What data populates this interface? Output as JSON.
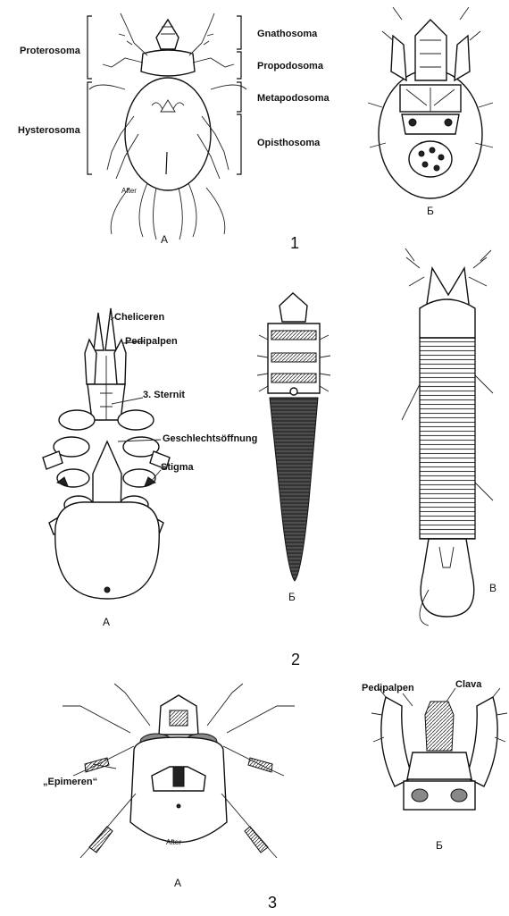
{
  "figure1": {
    "number": "1",
    "panel_a": {
      "letter": "А",
      "labels_left": [
        "Proterosoma",
        "Hysterosoma"
      ],
      "labels_right": [
        "Gnathosoma",
        "Propodosoma",
        "Metapodosoma",
        "Opisthosoma"
      ],
      "label_after": "After"
    },
    "panel_b": {
      "letter": "Б"
    }
  },
  "figure2": {
    "number": "2",
    "panel_a": {
      "letter": "А",
      "labels": [
        "Cheliceren",
        "Pedipalpen",
        "3. Sternit",
        "Geschlechtsöffnung",
        "Stigma"
      ]
    },
    "panel_b": {
      "letter": "Б"
    },
    "panel_c": {
      "letter": "В"
    }
  },
  "figure3": {
    "number": "3",
    "panel_a": {
      "letter": "А",
      "label_epimeren": "„Epimeren“",
      "label_after": "After"
    },
    "panel_b": {
      "letter": "Б",
      "label_pedipalpen": "Pedipalpen",
      "label_clava": "Clava"
    }
  }
}
